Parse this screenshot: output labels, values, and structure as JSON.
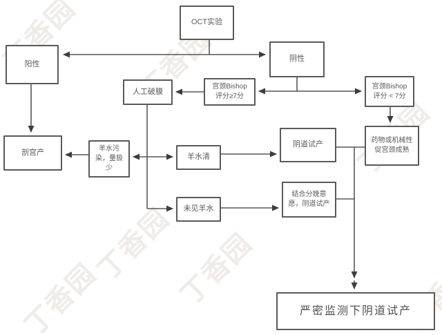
{
  "watermark": "丁香园",
  "colors": {
    "box_border": "#595959",
    "line": "#565656",
    "arrowhead": "#3d3d3d",
    "text": "#5a5a5a",
    "watermark": "#efece8",
    "background": "#ffffff"
  },
  "nodes": {
    "oct": "OCT实验",
    "positive": "阳性",
    "negative": "阴性",
    "arom": "人工破膜",
    "bishop_ge7": "宫颈Bishop\n评分≥7分",
    "bishop_lt7": "宫颈Bishop\n评分 < 7分",
    "csection": "剖宫产",
    "af_contaminated": "羊水污\n染，量极\n少",
    "af_clear": "羊水清",
    "vaginal_trial": "阴道试产",
    "cervical_ripening": "药物或机械性\n促宫颈成熟",
    "no_af": "未见羊水",
    "combined_wish": "结合分娩意\n愿，阴道试产",
    "final": "严密监测下阴道试产"
  }
}
